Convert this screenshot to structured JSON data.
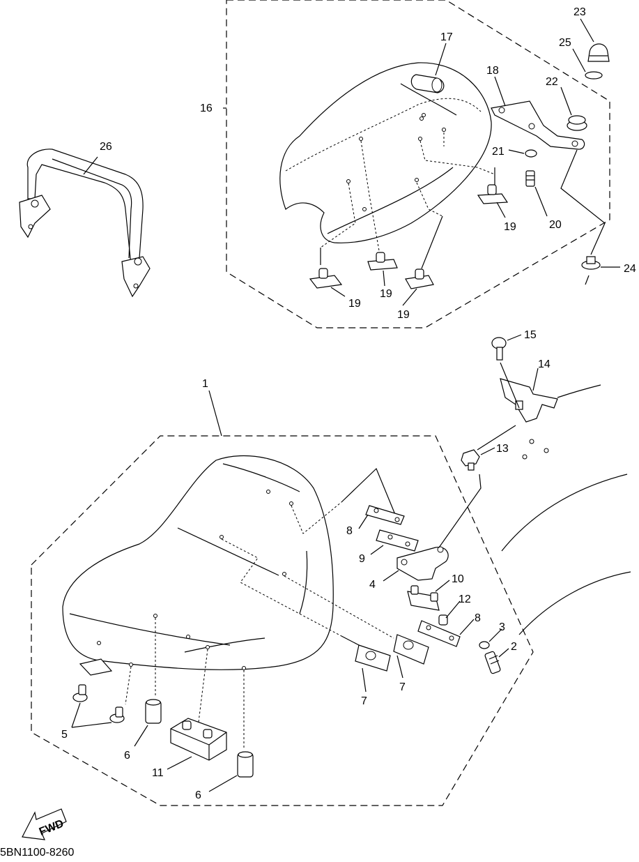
{
  "diagram_code": "5BN1100-8260",
  "fwd_label": "FWD",
  "callouts": [
    {
      "id": "c1",
      "text": "1"
    },
    {
      "id": "c2",
      "text": "2"
    },
    {
      "id": "c3",
      "text": "3"
    },
    {
      "id": "c4",
      "text": "4"
    },
    {
      "id": "c5",
      "text": "5"
    },
    {
      "id": "c6a",
      "text": "6"
    },
    {
      "id": "c6b",
      "text": "6"
    },
    {
      "id": "c7a",
      "text": "7"
    },
    {
      "id": "c7b",
      "text": "7"
    },
    {
      "id": "c8a",
      "text": "8"
    },
    {
      "id": "c8b",
      "text": "8"
    },
    {
      "id": "c9",
      "text": "9"
    },
    {
      "id": "c10",
      "text": "10"
    },
    {
      "id": "c11",
      "text": "11"
    },
    {
      "id": "c12",
      "text": "12"
    },
    {
      "id": "c13",
      "text": "13"
    },
    {
      "id": "c14",
      "text": "14"
    },
    {
      "id": "c15",
      "text": "15"
    },
    {
      "id": "c16",
      "text": "16"
    },
    {
      "id": "c17",
      "text": "17"
    },
    {
      "id": "c18",
      "text": "18"
    },
    {
      "id": "c19a",
      "text": "19"
    },
    {
      "id": "c19b",
      "text": "19"
    },
    {
      "id": "c19c",
      "text": "19"
    },
    {
      "id": "c19d",
      "text": "19"
    },
    {
      "id": "c20",
      "text": "20"
    },
    {
      "id": "c21",
      "text": "21"
    },
    {
      "id": "c22",
      "text": "22"
    },
    {
      "id": "c23",
      "text": "23"
    },
    {
      "id": "c24",
      "text": "24"
    },
    {
      "id": "c25",
      "text": "25"
    },
    {
      "id": "c26",
      "text": "26"
    }
  ]
}
